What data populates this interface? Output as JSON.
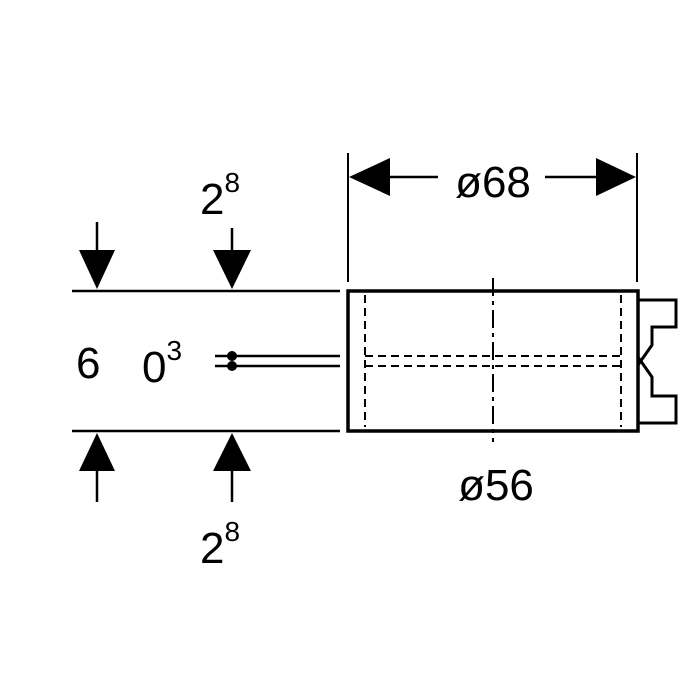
{
  "dimensions": {
    "outer_diameter": "ø68",
    "inner_diameter": "ø56",
    "top_left": {
      "base": "2",
      "sup": "8"
    },
    "bottom_left": {
      "base": "2",
      "sup": "8"
    },
    "height": "6",
    "gap": {
      "base": "0",
      "sup": "3"
    }
  },
  "colors": {
    "line": "#000000",
    "background": "#ffffff"
  }
}
